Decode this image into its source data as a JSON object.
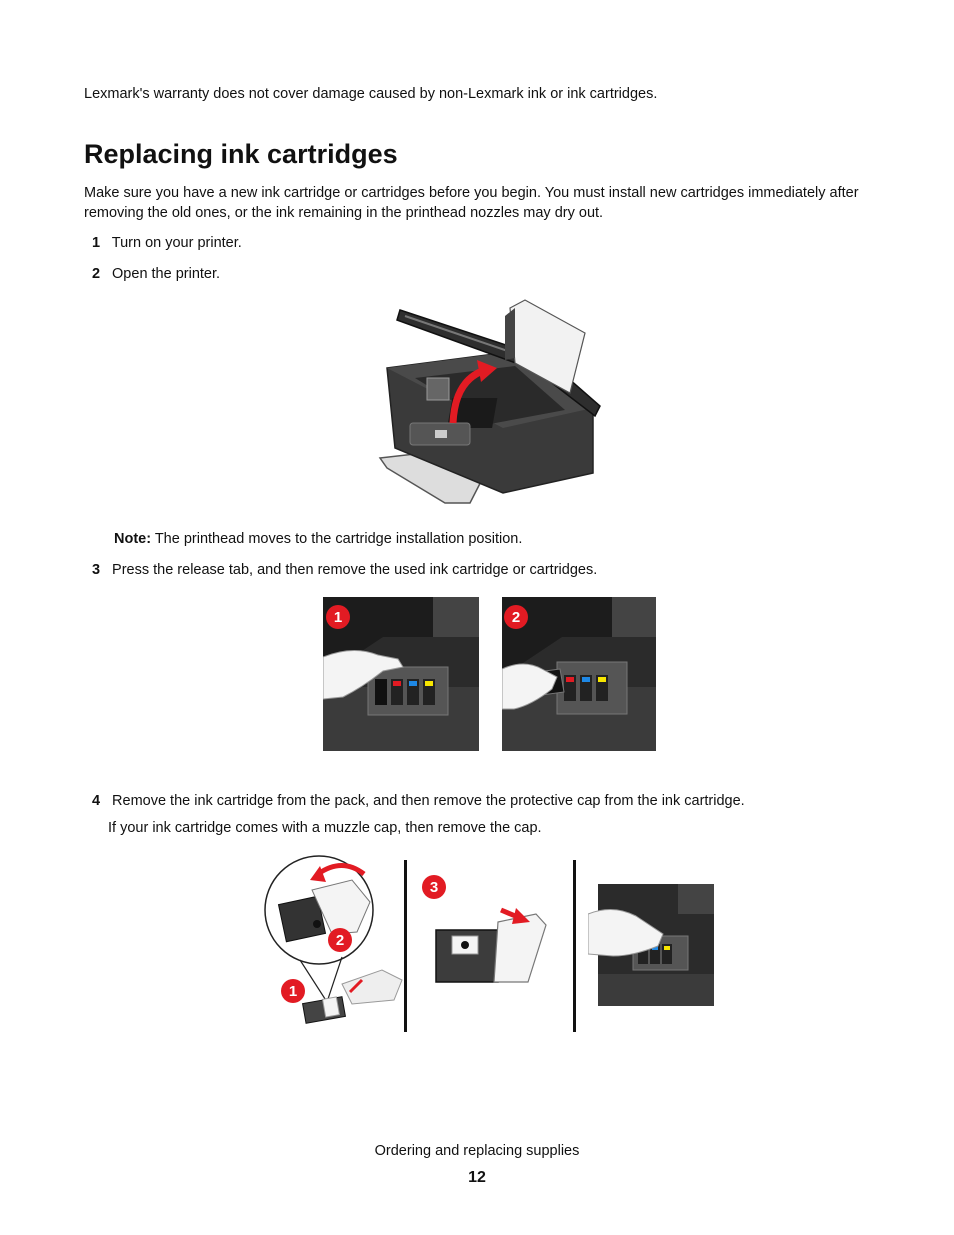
{
  "warranty_note": "Lexmark's warranty does not cover damage caused by non-Lexmark ink or ink cartridges.",
  "heading": "Replacing ink cartridges",
  "intro": "Make sure you have a new ink cartridge or cartridges before you begin. You must install new cartridges immediately after removing the old ones, or the ink remaining in the printhead nozzles may dry out.",
  "steps": [
    {
      "num": "1",
      "text": "Turn on your printer."
    },
    {
      "num": "2",
      "text": "Open the printer."
    },
    {
      "num": "3",
      "text": "Press the release tab, and then remove the used ink cartridge or cartridges."
    },
    {
      "num": "4",
      "text": "Remove the ink cartridge from the pack, and then remove the protective cap from the ink cartridge."
    }
  ],
  "note": {
    "label": "Note:",
    "text": " The printhead moves to the cartridge installation position."
  },
  "step4_sub": "If your ink cartridge comes with a muzzle cap, then remove the cap.",
  "callouts": {
    "release_1": "1",
    "release_2": "2",
    "pack_1": "1",
    "pack_2": "2",
    "cap_3": "3"
  },
  "colors": {
    "callout": "#e21b23",
    "printer_body": "#3a3a3a",
    "dark_panel": "#2b2b2b"
  },
  "footer": {
    "section": "Ordering and replacing supplies",
    "page_number": "12"
  }
}
